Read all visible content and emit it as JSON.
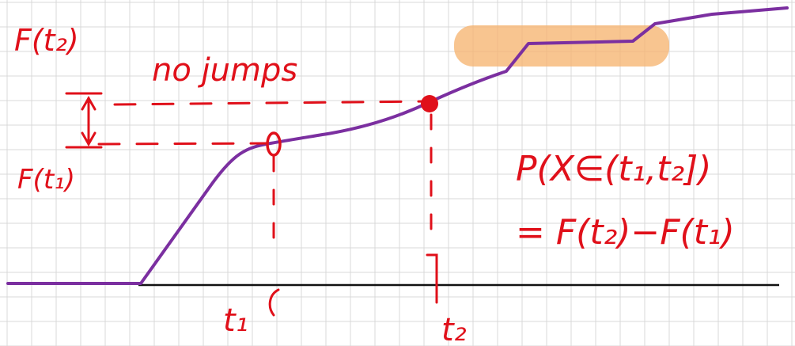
{
  "labels": {
    "f_t2": "F(t₂)",
    "f_t1": "F(t₁)",
    "no_jumps": "no jumps",
    "t1": "t₁",
    "t2": "t₂",
    "prob_line1": "P(X∈(t₁,t₂])",
    "prob_line2": "= F(t₂)−F(t₁)"
  },
  "colors": {
    "curve": "#7b2fa0",
    "annotation": "#e0101a",
    "highlight": "#f6b26b",
    "grid": "#d9d9d9",
    "axis": "#111111"
  }
}
